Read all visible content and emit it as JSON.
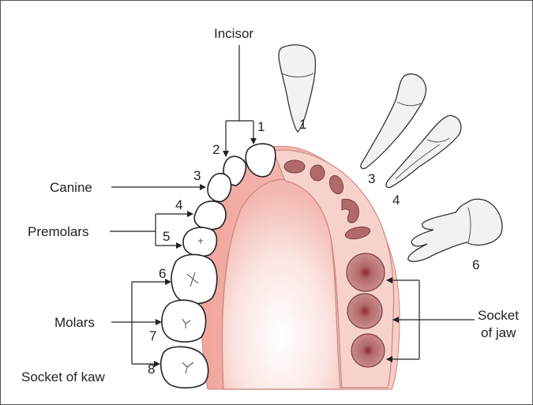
{
  "labels": {
    "incisor": "Incisor",
    "canine": "Canine",
    "premolars": "Premolars",
    "molars": "Molars",
    "socket_of_kaw": "Socket of kaw",
    "socket_of_jaw_line1": "Socket",
    "socket_of_jaw_line2": "of jaw"
  },
  "tooth_numbers": {
    "n1": "1",
    "n2": "2",
    "n3": "3",
    "n4": "4",
    "n5": "5",
    "n6": "6",
    "n7": "7",
    "n8": "8"
  },
  "detached_teeth_numbers": {
    "incisor": "1",
    "canine": "3",
    "premolar": "4",
    "molar": "6"
  },
  "colors": {
    "gum": "#f2b9b2",
    "gum_edge": "#e8a49d",
    "socket": "#b06a6c",
    "line": "#222222"
  }
}
